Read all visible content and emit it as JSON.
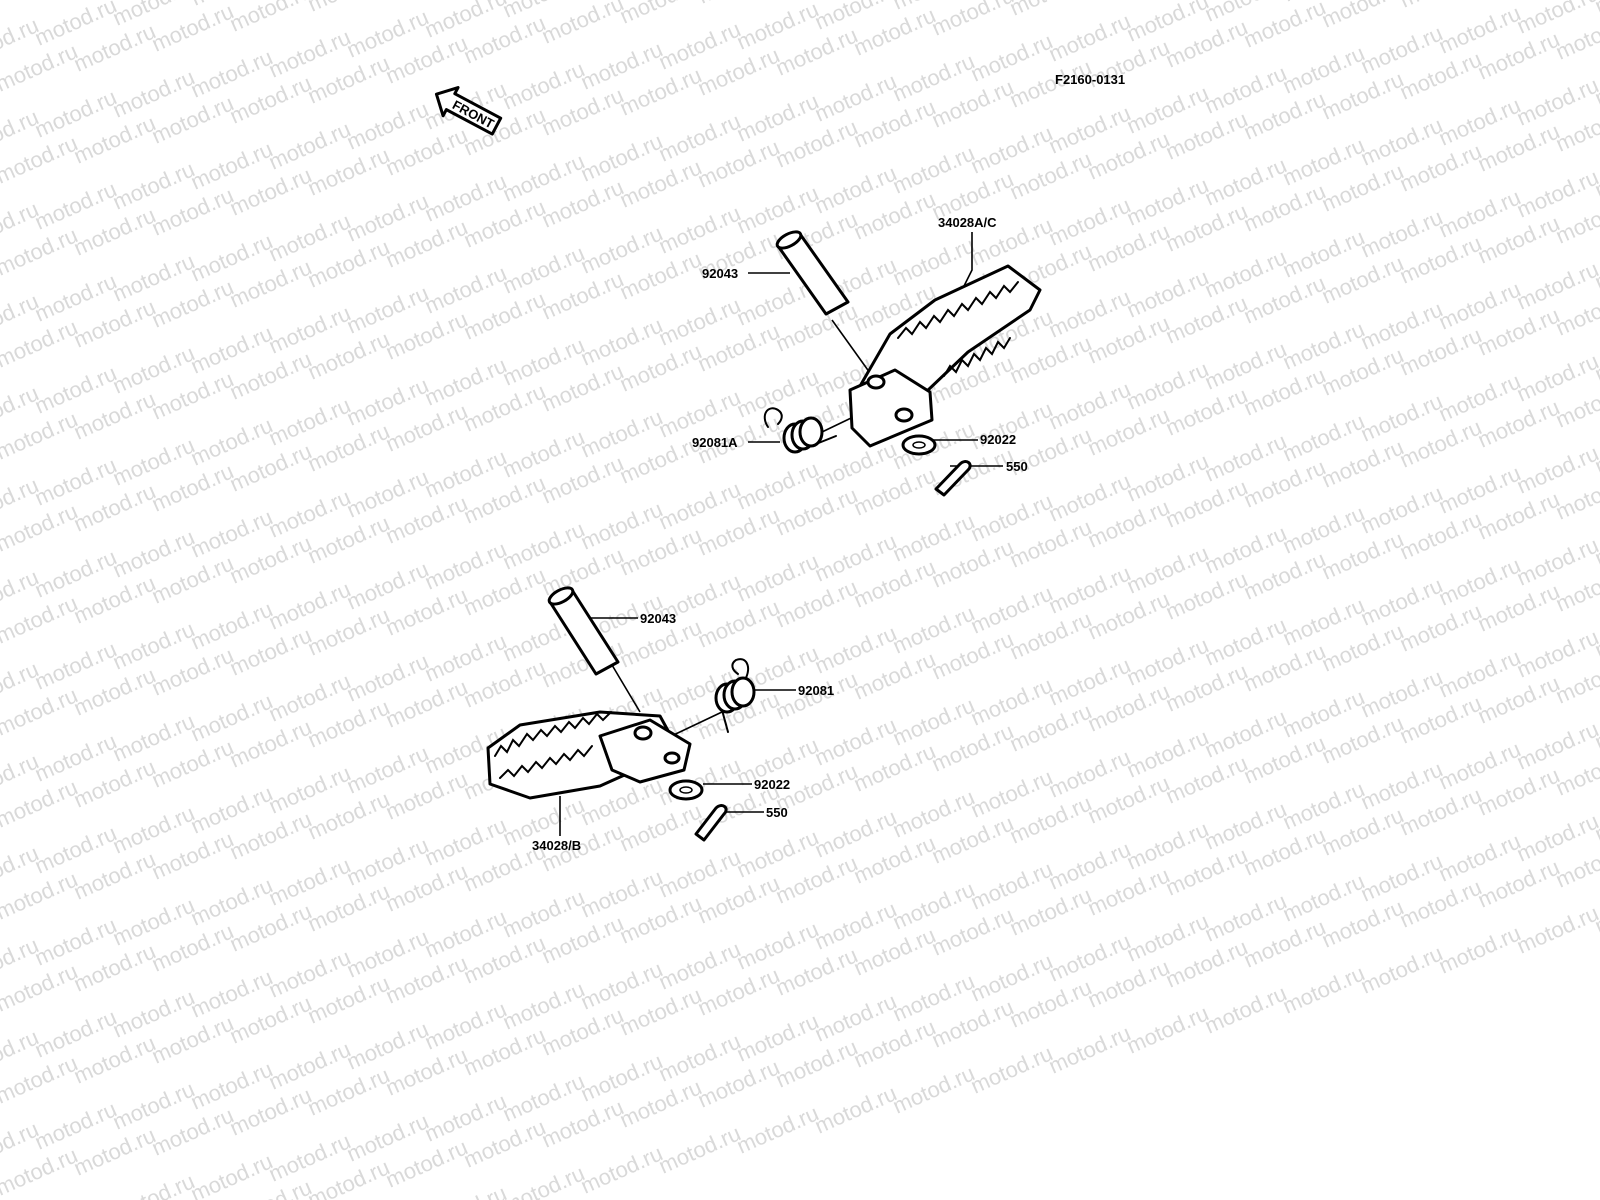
{
  "diagram_code": "F2160-0131",
  "front_arrow_label": "FRONT",
  "watermark_text": "motod.ru",
  "colors": {
    "ink": "#000000",
    "background": "#ffffff",
    "watermark": "#d9d9d9"
  },
  "upper_assembly": {
    "footpeg": "34028A/C",
    "pin": "92043",
    "spring": "92081A",
    "washer": "92022",
    "cotter_pin": "550"
  },
  "lower_assembly": {
    "footpeg": "34028/B",
    "pin": "92043",
    "spring": "92081",
    "washer": "92022",
    "cotter_pin": "550"
  }
}
